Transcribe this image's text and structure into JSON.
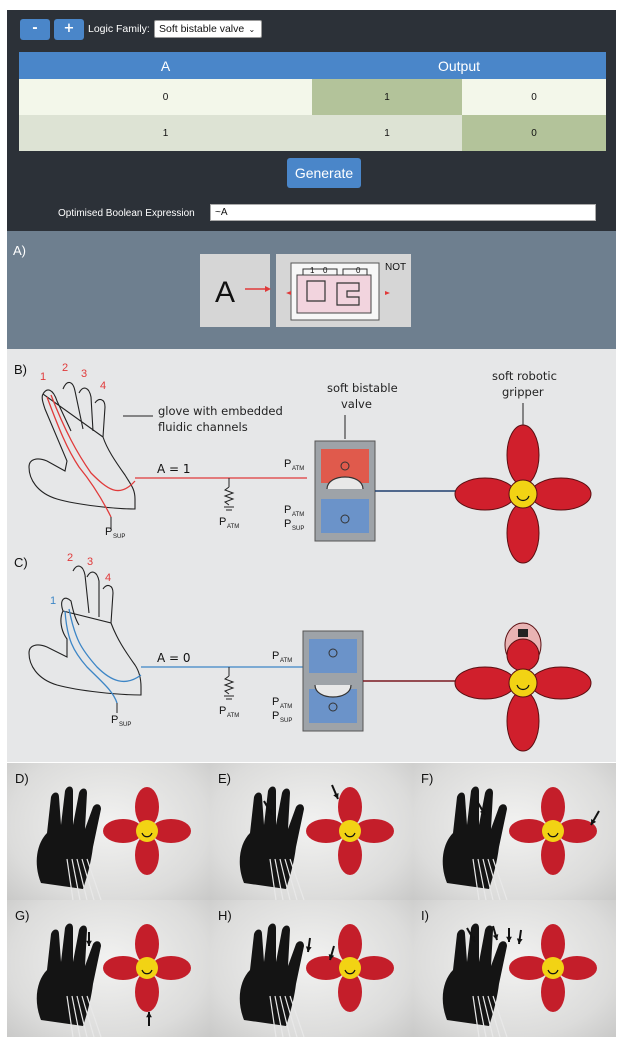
{
  "toolbar": {
    "minus_label": "-",
    "plus_label": "+",
    "logic_family_label": "Logic Family:",
    "logic_family_value": "Soft bistable valve"
  },
  "truth_table": {
    "headers": [
      "A",
      "Output"
    ],
    "rows": [
      [
        "0",
        "1",
        "0"
      ],
      [
        "1",
        "1",
        "0"
      ]
    ]
  },
  "generate_label": "Generate",
  "expression": {
    "label": "Optimised Boolean Expression",
    "value": "~A"
  },
  "panel_a": {
    "label": "A)",
    "input_letter": "A",
    "gate_label": "NOT",
    "valve_top_labels": [
      "1",
      "0",
      "0"
    ]
  },
  "panel_b": {
    "label": "B)",
    "finger_numbers": [
      "1",
      "2",
      "3",
      "4"
    ],
    "glove_caption": [
      "glove with embedded",
      "fluidic channels"
    ],
    "valve_caption": [
      "soft bistable",
      "valve"
    ],
    "gripper_caption": [
      "soft robotic",
      "gripper"
    ],
    "signal": "A = 1",
    "p_sup": "P",
    "p_sup_sub": "SUP",
    "p_atm": "P",
    "p_atm_sub": "ATM"
  },
  "panel_c": {
    "label": "C)",
    "finger_numbers": [
      "1",
      "2",
      "3",
      "4"
    ],
    "signal": "A = 0"
  },
  "photos": {
    "labels": [
      "D)",
      "E)",
      "F)",
      "G)",
      "H)",
      "I)"
    ]
  },
  "colors": {
    "ui_bg": "#2c3138",
    "accent": "#4a86c9",
    "panel_a_bg": "#6e7f8f",
    "panel_bc_bg": "#e6e7e8",
    "gripper_red": "#d01f2c",
    "gripper_center": "#f2d314",
    "signal_red": "#e03a3a",
    "signal_blue": "#3d86c6"
  }
}
